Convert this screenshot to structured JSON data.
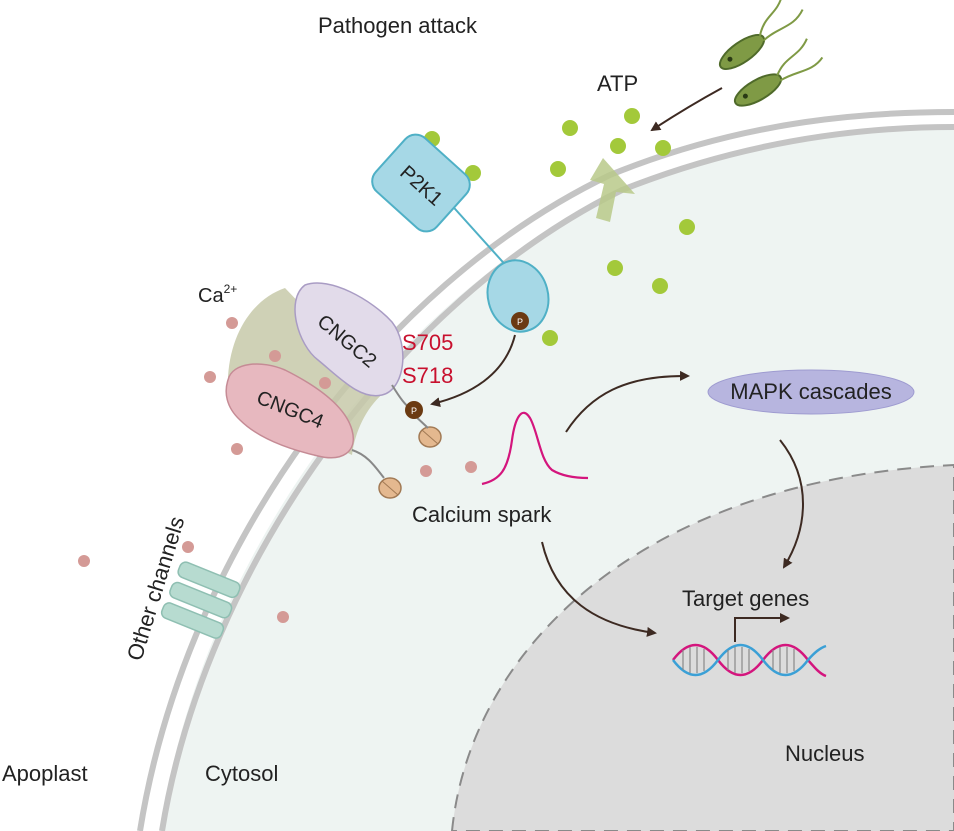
{
  "labels": {
    "pathogen_attack": "Pathogen attack",
    "atp": "ATP",
    "p2k1": "P2K1",
    "calcium_ion_base": "Ca",
    "calcium_ion_charge": "2+",
    "cngc2": "CNGC2",
    "cngc4": "CNGC4",
    "s705": "S705",
    "s718": "S718",
    "mapk_cascades": "MAPK cascades",
    "calcium_spark": "Calcium spark",
    "target_genes": "Target genes",
    "other_channels": "Other channels",
    "apoplast": "Apoplast",
    "cytosol": "Cytosol",
    "nucleus": "Nucleus",
    "phospho_mark": "P"
  },
  "colors": {
    "atp_dot": "#a3c93a",
    "calcium_dot": "#d49a96",
    "membrane": "#c4c4c4",
    "cytosol_fill": "#eef4f2",
    "nucleus_fill": "#dcdcdc",
    "p2k1_fill": "#a6d8e6",
    "p2k1_stroke": "#4fb0c6",
    "cngc2_fill": "#e2dbea",
    "cngc4_fill": "#e7b8bf",
    "channel_pore": "#c7c9a9",
    "mapk_fill": "#b7b5df",
    "phospho": "#6b3a12",
    "spark_curve": "#d4157d",
    "arrow": "#3d2a22",
    "other_channel": "#b7dbd0",
    "label_red": "#c8102e"
  }
}
